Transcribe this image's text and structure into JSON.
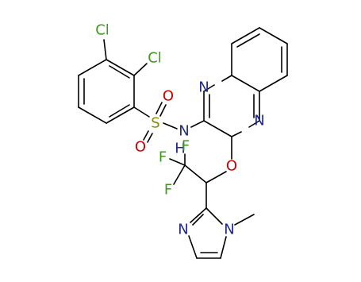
{
  "molecule": {
    "atoms": {
      "cl1": "Cl",
      "cl2": "Cl",
      "s": "S",
      "o_s1": "O",
      "o_s2": "O",
      "nh_n": "N",
      "nh_h": "H",
      "n_qx1": "N",
      "n_qx2": "N",
      "o_ether": "O",
      "f1": "F",
      "f2": "F",
      "f3": "F",
      "n_im1": "N",
      "n_im3": "N"
    }
  },
  "colors": {
    "bond": "#000000",
    "chlorine": "#3a9a1a",
    "sulfur": "#8a8a00",
    "oxygen": "#cc0000",
    "nitrogen": "#1f2a8a",
    "fluorine": "#3a9a1a",
    "hydrogen": "#1f2a8a"
  }
}
